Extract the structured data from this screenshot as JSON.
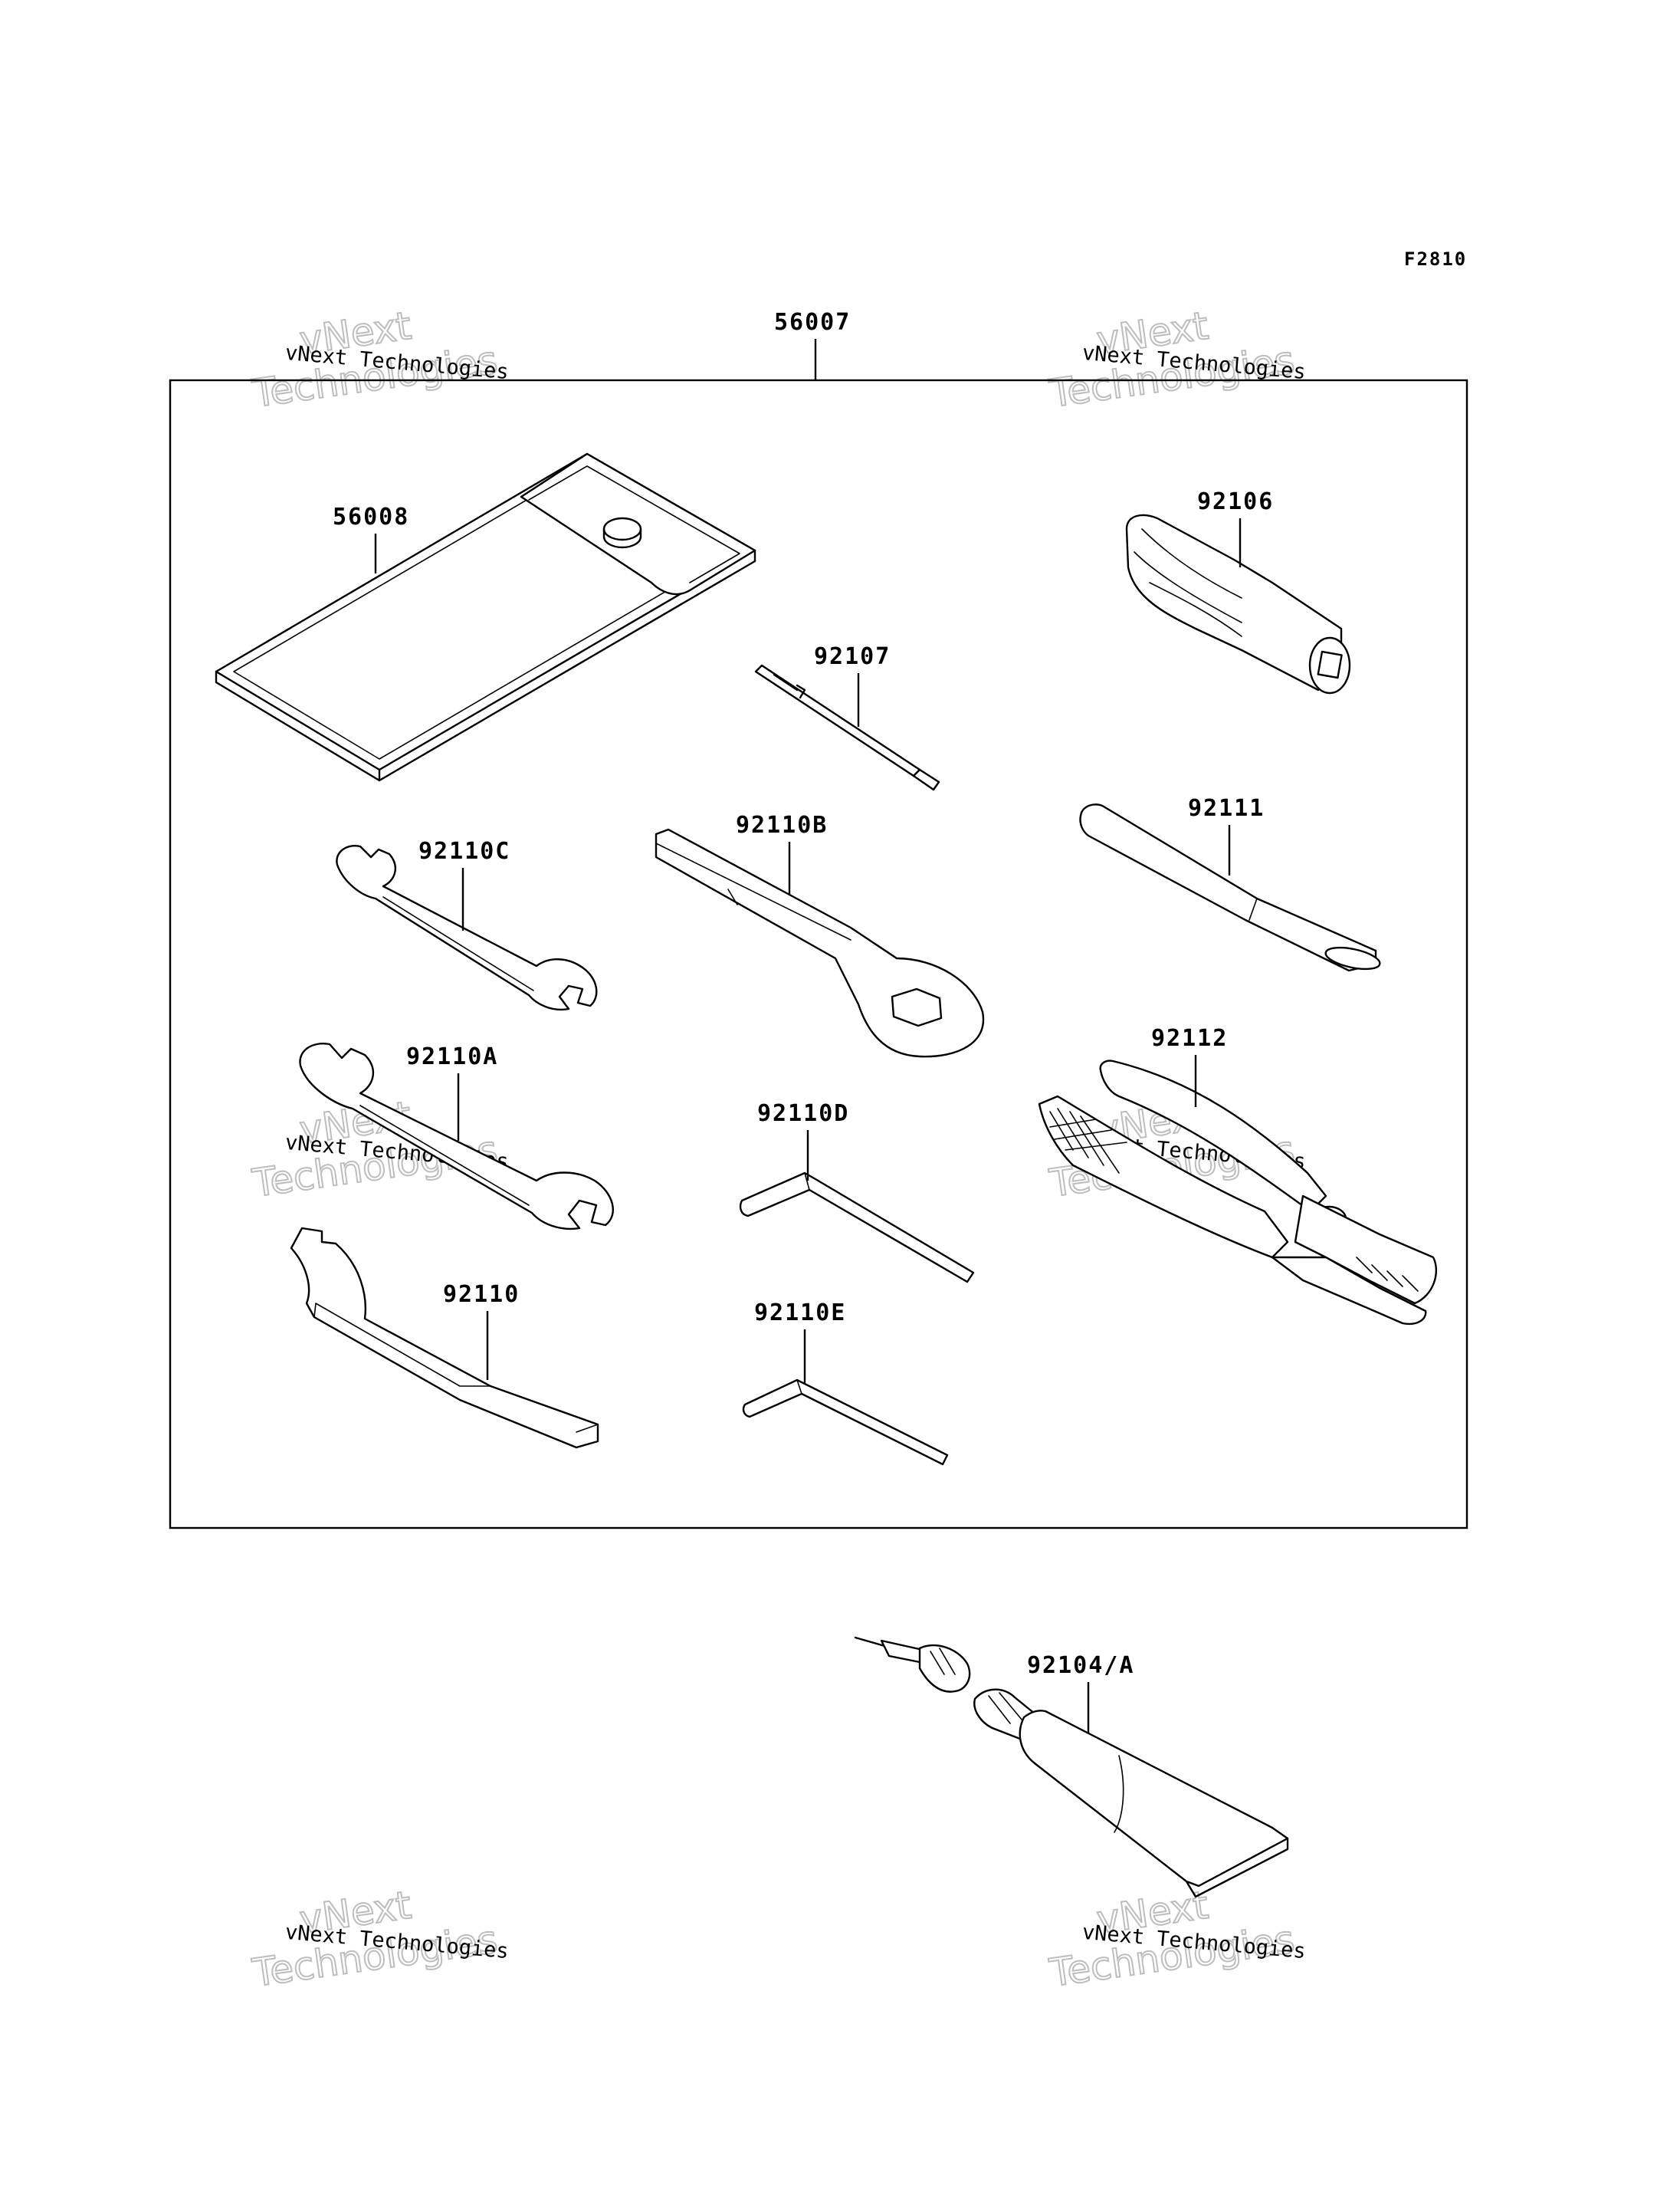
{
  "figure_code": "F2810",
  "kit_label": "56007",
  "watermark": {
    "line1": "vNext Technologies",
    "line2": "vNext",
    "line3": "Technologies"
  },
  "parts": {
    "pouch": "56008",
    "screwdriver_handle": "92106",
    "screwdriver_bit": "92107",
    "box_wrench": "92110B",
    "extension_pipe": "92111",
    "wrench_small": "92110C",
    "wrench_medium": "92110A",
    "pliers": "92112",
    "hex_key_large": "92110D",
    "hook_wrench": "92110",
    "hex_key_small": "92110E",
    "repair_tube": "92104/A"
  }
}
